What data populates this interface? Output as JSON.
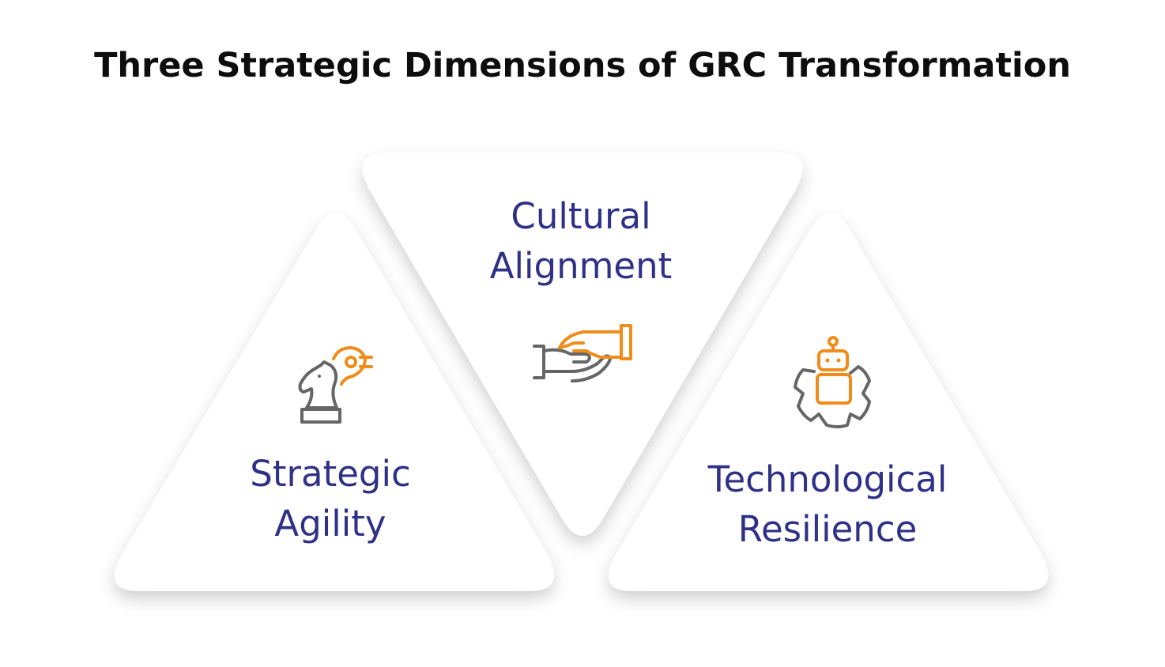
{
  "title": "Three Strategic Dimensions of GRC Transformation",
  "dimensions": [
    {
      "line1": "Strategic",
      "line2": "Agility",
      "icon": "chess-knight-icon"
    },
    {
      "line1": "Cultural",
      "line2": "Alignment",
      "icon": "hand-offering-icon"
    },
    {
      "line1": "Technological",
      "line2": "Resilience",
      "icon": "robot-gear-icon"
    }
  ],
  "colors": {
    "title": "#0d0d0d",
    "label": "#2f3187",
    "icon_accent": "#ef8c1a",
    "icon_outline": "#666666",
    "panel": "#ffffff"
  }
}
